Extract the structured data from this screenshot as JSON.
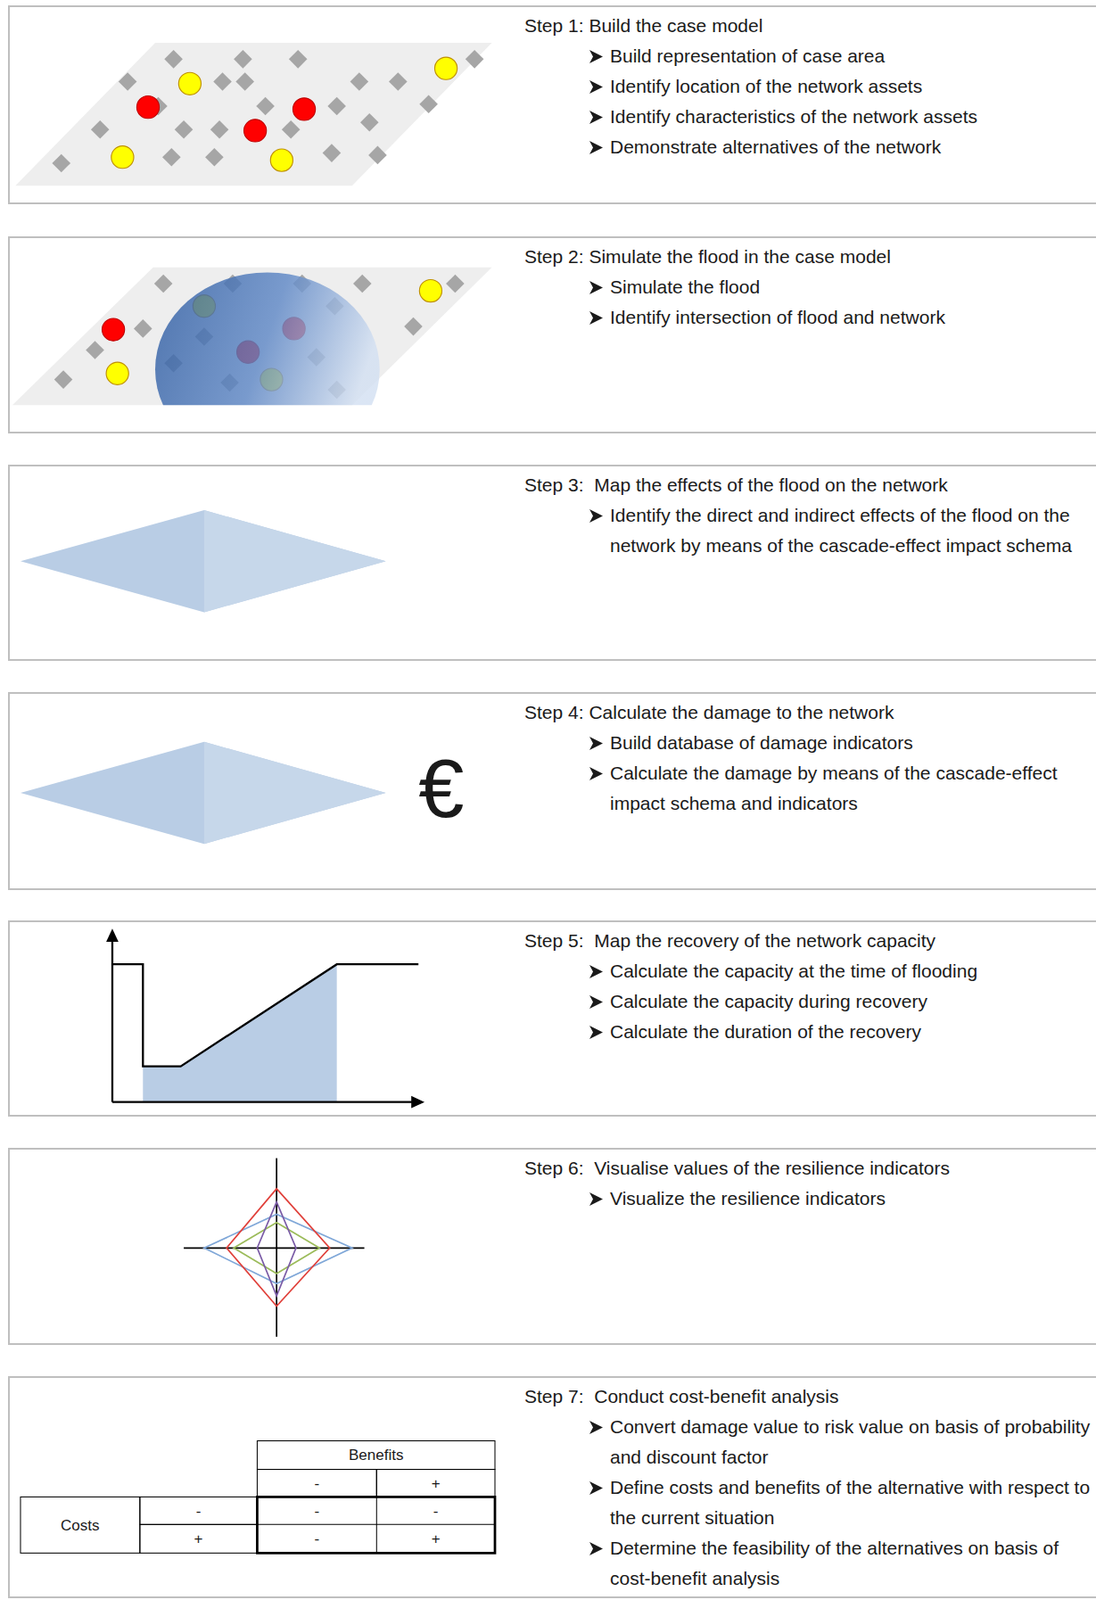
{
  "diagram": {
    "nodes": [
      {
        "text": [
          "Step 1: Build the case model",
          "Build representation of case area",
          "Identify location of the network assets",
          "Identify characteristics of the network assets",
          "Demonstrate alternatives of the network"
        ]
      },
      {
        "text": [
          "Step 2: Simulate the flood in the case model",
          "Simulate the flood",
          "Identify intersection of flood and network"
        ]
      },
      {
        "text": [
          "Step 3:  Map the effects of the flood on the network",
          "Identify the direct and indirect effects of the flood on the network by means of the cascade-effect impact schema"
        ]
      },
      {
        "text": [
          "Step 4: Calculate the damage to the network",
          "Build database of damage indicators",
          "Calculate the damage by means of the cascade-effect impact schema and indicators"
        ]
      },
      {
        "text": [
          "Step 5:  Map the recovery of the network capacity",
          "Calculate the capacity at the time of flooding",
          "Calculate the capacity during recovery",
          "Calculate the duration of the recovery"
        ]
      },
      {
        "text": [
          "Step 6:  Visualise values of the resilience indicators",
          "Visualize the resilience indicators"
        ]
      },
      {
        "text": [
          "Step 7:  Conduct cost-benefit analysis",
          "Convert damage value to risk value on basis of probability and discount factor",
          "Define costs and benefits of the alternative with respect to the current situation",
          "Determine the feasibility of the alternatives on basis of cost-benefit analysis"
        ]
      }
    ],
    "labels": [
      "€",
      "Benefits",
      "-",
      "+",
      "Costs",
      "-",
      "-",
      "-",
      "+",
      "-",
      "+"
    ]
  }
}
